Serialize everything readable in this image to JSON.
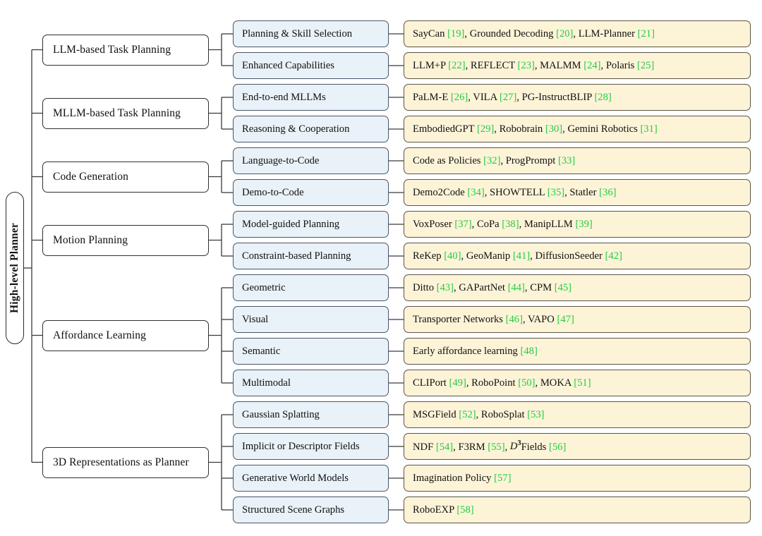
{
  "figure": {
    "type": "taxonomy-tree-diagram",
    "root": {
      "label": "High-level Planner"
    },
    "colors": {
      "root_fill": "#ffffff",
      "level1_fill": "#ffffff",
      "level2_fill": "#e9f2f8",
      "leaf_fill": "#fdf4d8",
      "citation": "#22cc44",
      "border": "#3a3a3a",
      "text": "#101010",
      "background": "#ffffff"
    },
    "branches": [
      {
        "label": "LLM-based Task Planning",
        "children": [
          {
            "label": "Planning & Skill Selection",
            "leaf": {
              "parts": [
                {
                  "t": "SayCan ",
                  "k": "text"
                },
                {
                  "t": "[19]",
                  "k": "cite"
                },
                {
                  "t": ", Grounded Decoding ",
                  "k": "text"
                },
                {
                  "t": "[20]",
                  "k": "cite"
                },
                {
                  "t": ", LLM-Planner ",
                  "k": "text"
                },
                {
                  "t": "[21]",
                  "k": "cite"
                }
              ]
            }
          },
          {
            "label": "Enhanced Capabilities",
            "leaf": {
              "parts": [
                {
                  "t": "LLM+P ",
                  "k": "text"
                },
                {
                  "t": "[22]",
                  "k": "cite"
                },
                {
                  "t": ", REFLECT ",
                  "k": "text"
                },
                {
                  "t": "[23]",
                  "k": "cite"
                },
                {
                  "t": ", MALMM ",
                  "k": "text"
                },
                {
                  "t": "[24]",
                  "k": "cite"
                },
                {
                  "t": ", Polaris ",
                  "k": "text"
                },
                {
                  "t": "[25]",
                  "k": "cite"
                }
              ]
            }
          }
        ]
      },
      {
        "label": "MLLM-based Task Planning",
        "children": [
          {
            "label": "End-to-end MLLMs",
            "leaf": {
              "parts": [
                {
                  "t": "PaLM-E ",
                  "k": "text"
                },
                {
                  "t": "[26]",
                  "k": "cite"
                },
                {
                  "t": ", VILA ",
                  "k": "text"
                },
                {
                  "t": "[27]",
                  "k": "cite"
                },
                {
                  "t": ", PG-InstructBLIP ",
                  "k": "text"
                },
                {
                  "t": "[28]",
                  "k": "cite"
                }
              ]
            }
          },
          {
            "label": "Reasoning & Cooperation",
            "leaf": {
              "parts": [
                {
                  "t": "EmbodiedGPT ",
                  "k": "text"
                },
                {
                  "t": "[29]",
                  "k": "cite"
                },
                {
                  "t": ", Robobrain ",
                  "k": "text"
                },
                {
                  "t": "[30]",
                  "k": "cite"
                },
                {
                  "t": ", Gemini Robotics ",
                  "k": "text"
                },
                {
                  "t": "[31]",
                  "k": "cite"
                }
              ]
            }
          }
        ]
      },
      {
        "label": "Code Generation",
        "children": [
          {
            "label": "Language-to-Code",
            "leaf": {
              "parts": [
                {
                  "t": "Code as Policies ",
                  "k": "text"
                },
                {
                  "t": "[32]",
                  "k": "cite"
                },
                {
                  "t": ", ProgPrompt ",
                  "k": "text"
                },
                {
                  "t": "[33]",
                  "k": "cite"
                }
              ]
            }
          },
          {
            "label": "Demo-to-Code",
            "leaf": {
              "parts": [
                {
                  "t": "Demo2Code ",
                  "k": "text"
                },
                {
                  "t": "[34]",
                  "k": "cite"
                },
                {
                  "t": ", SHOWTELL ",
                  "k": "text"
                },
                {
                  "t": "[35]",
                  "k": "cite"
                },
                {
                  "t": ", Statler ",
                  "k": "text"
                },
                {
                  "t": "[36]",
                  "k": "cite"
                }
              ]
            }
          }
        ]
      },
      {
        "label": "Motion Planning",
        "children": [
          {
            "label": "Model-guided Planning",
            "leaf": {
              "parts": [
                {
                  "t": "VoxPoser ",
                  "k": "text"
                },
                {
                  "t": "[37]",
                  "k": "cite"
                },
                {
                  "t": ", CoPa ",
                  "k": "text"
                },
                {
                  "t": "[38]",
                  "k": "cite"
                },
                {
                  "t": ", ManipLLM ",
                  "k": "text"
                },
                {
                  "t": "[39]",
                  "k": "cite"
                }
              ]
            }
          },
          {
            "label": "Constraint-based Planning",
            "leaf": {
              "parts": [
                {
                  "t": "ReKep ",
                  "k": "text"
                },
                {
                  "t": "[40]",
                  "k": "cite"
                },
                {
                  "t": ", GeoManip ",
                  "k": "text"
                },
                {
                  "t": "[41]",
                  "k": "cite"
                },
                {
                  "t": ", DiffusionSeeder ",
                  "k": "text"
                },
                {
                  "t": "[42]",
                  "k": "cite"
                }
              ]
            }
          }
        ]
      },
      {
        "label": "Affordance Learning",
        "children": [
          {
            "label": "Geometric",
            "leaf": {
              "parts": [
                {
                  "t": "Ditto ",
                  "k": "text"
                },
                {
                  "t": "[43]",
                  "k": "cite"
                },
                {
                  "t": ", GAPartNet ",
                  "k": "text"
                },
                {
                  "t": "[44]",
                  "k": "cite"
                },
                {
                  "t": ", CPM ",
                  "k": "text"
                },
                {
                  "t": "[45]",
                  "k": "cite"
                }
              ]
            }
          },
          {
            "label": "Visual",
            "leaf": {
              "parts": [
                {
                  "t": "Transporter Networks ",
                  "k": "text"
                },
                {
                  "t": "[46]",
                  "k": "cite"
                },
                {
                  "t": ", VAPO ",
                  "k": "text"
                },
                {
                  "t": "[47]",
                  "k": "cite"
                }
              ]
            }
          },
          {
            "label": "Semantic",
            "leaf": {
              "parts": [
                {
                  "t": "Early affordance learning ",
                  "k": "text"
                },
                {
                  "t": "[48]",
                  "k": "cite"
                }
              ]
            }
          },
          {
            "label": "Multimodal",
            "leaf": {
              "parts": [
                {
                  "t": "CLIPort ",
                  "k": "text"
                },
                {
                  "t": "[49]",
                  "k": "cite"
                },
                {
                  "t": ", RoboPoint ",
                  "k": "text"
                },
                {
                  "t": "[50]",
                  "k": "cite"
                },
                {
                  "t": ", MOKA ",
                  "k": "text"
                },
                {
                  "t": "[51]",
                  "k": "cite"
                }
              ]
            }
          }
        ]
      },
      {
        "label": "3D Representations as Planner",
        "children": [
          {
            "label": "Gaussian Splatting",
            "leaf": {
              "parts": [
                {
                  "t": "MSGField ",
                  "k": "text"
                },
                {
                  "t": "[52]",
                  "k": "cite"
                },
                {
                  "t": ", RoboSplat ",
                  "k": "text"
                },
                {
                  "t": "[53]",
                  "k": "cite"
                }
              ]
            }
          },
          {
            "label": "Implicit or Descriptor Fields",
            "leaf": {
              "parts": [
                {
                  "t": "NDF ",
                  "k": "text"
                },
                {
                  "t": "[54]",
                  "k": "cite"
                },
                {
                  "t": ", F3RM ",
                  "k": "text"
                },
                {
                  "t": "[55]",
                  "k": "cite"
                },
                {
                  "t": ", ",
                  "k": "text"
                },
                {
                  "t": "D",
                  "k": "mathvar",
                  "sup": "3"
                },
                {
                  "t": "Fields ",
                  "k": "text"
                },
                {
                  "t": "[56]",
                  "k": "cite"
                }
              ]
            }
          },
          {
            "label": "Generative World Models",
            "leaf": {
              "parts": [
                {
                  "t": "Imagination Policy ",
                  "k": "text"
                },
                {
                  "t": "[57]",
                  "k": "cite"
                }
              ]
            }
          },
          {
            "label": "Structured Scene Graphs",
            "leaf": {
              "parts": [
                {
                  "t": "RoboEXP ",
                  "k": "text"
                },
                {
                  "t": "[58]",
                  "k": "cite"
                }
              ]
            }
          }
        ]
      }
    ]
  }
}
